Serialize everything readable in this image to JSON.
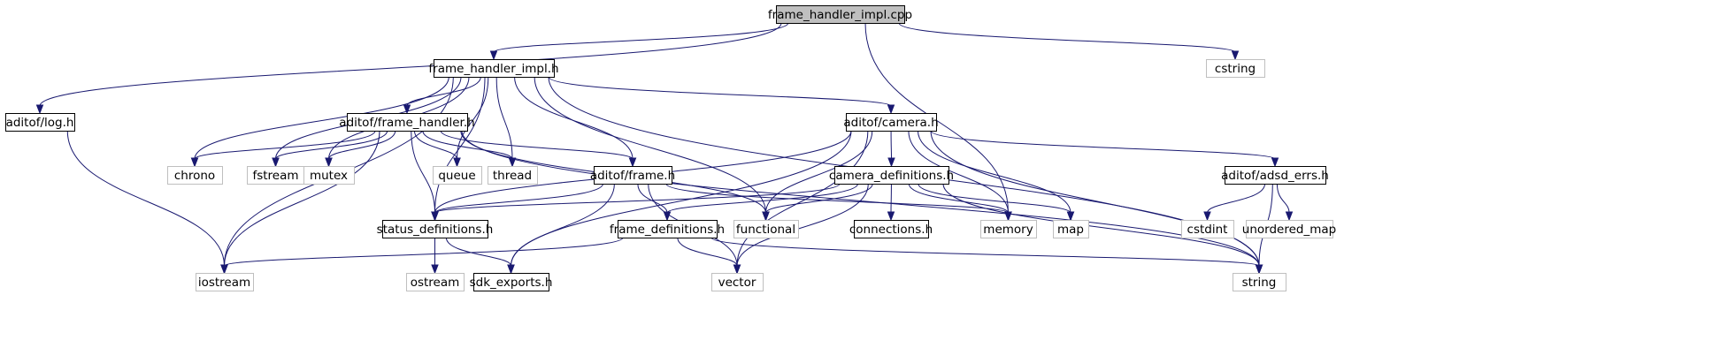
{
  "colors": {
    "edge": "#191970",
    "root_fill": "#bfbfbf",
    "documented_border": "#000000",
    "external_border": "#bfbfbf",
    "external_text": "#000000"
  },
  "nodes": [
    {
      "id": "frame_handler_impl_cpp",
      "label": "frame_handler_impl.cpp",
      "kind": "root"
    },
    {
      "id": "frame_handler_impl_h",
      "label": "frame_handler_impl.h",
      "kind": "documented"
    },
    {
      "id": "cstring",
      "label": "cstring",
      "kind": "external"
    },
    {
      "id": "log_h",
      "label": "aditof/log.h",
      "kind": "documented"
    },
    {
      "id": "aditof_frame_handler_h",
      "label": "aditof/frame_handler.h",
      "kind": "documented"
    },
    {
      "id": "aditof_camera_h",
      "label": "aditof/camera.h",
      "kind": "documented"
    },
    {
      "id": "chrono",
      "label": "chrono",
      "kind": "external"
    },
    {
      "id": "fstream",
      "label": "fstream",
      "kind": "external"
    },
    {
      "id": "mutex",
      "label": "mutex",
      "kind": "external"
    },
    {
      "id": "queue",
      "label": "queue",
      "kind": "external"
    },
    {
      "id": "thread",
      "label": "thread",
      "kind": "external"
    },
    {
      "id": "aditof_frame_h",
      "label": "aditof/frame.h",
      "kind": "documented"
    },
    {
      "id": "camera_definitions_h",
      "label": "camera_definitions.h",
      "kind": "documented"
    },
    {
      "id": "adsd_errs_h",
      "label": "aditof/adsd_errs.h",
      "kind": "documented"
    },
    {
      "id": "status_definitions_h",
      "label": "status_definitions.h",
      "kind": "documented"
    },
    {
      "id": "functional",
      "label": "functional",
      "kind": "external"
    },
    {
      "id": "frame_definitions_h",
      "label": "frame_definitions.h",
      "kind": "documented"
    },
    {
      "id": "connections_h",
      "label": "connections.h",
      "kind": "documented"
    },
    {
      "id": "memory",
      "label": "memory",
      "kind": "external"
    },
    {
      "id": "map",
      "label": "map",
      "kind": "external"
    },
    {
      "id": "cstdint",
      "label": "cstdint",
      "kind": "external"
    },
    {
      "id": "unordered_map",
      "label": "unordered_map",
      "kind": "external"
    },
    {
      "id": "iostream",
      "label": "iostream",
      "kind": "external"
    },
    {
      "id": "ostream",
      "label": "ostream",
      "kind": "external"
    },
    {
      "id": "sdk_exports_h",
      "label": "sdk_exports.h",
      "kind": "documented"
    },
    {
      "id": "vector",
      "label": "vector",
      "kind": "external"
    },
    {
      "id": "string",
      "label": "string",
      "kind": "external"
    }
  ],
  "edges": [
    [
      "frame_handler_impl_cpp",
      "log_h"
    ],
    [
      "frame_handler_impl_cpp",
      "frame_handler_impl_h"
    ],
    [
      "frame_handler_impl_cpp",
      "memory"
    ],
    [
      "frame_handler_impl_cpp",
      "cstring"
    ],
    [
      "frame_handler_impl_h",
      "aditof_frame_handler_h"
    ],
    [
      "frame_handler_impl_h",
      "aditof_camera_h"
    ],
    [
      "frame_handler_impl_h",
      "aditof_frame_h"
    ],
    [
      "frame_handler_impl_h",
      "chrono"
    ],
    [
      "frame_handler_impl_h",
      "fstream"
    ],
    [
      "frame_handler_impl_h",
      "mutex"
    ],
    [
      "frame_handler_impl_h",
      "queue"
    ],
    [
      "frame_handler_impl_h",
      "thread"
    ],
    [
      "frame_handler_impl_h",
      "functional"
    ],
    [
      "frame_handler_impl_h",
      "status_definitions_h"
    ],
    [
      "frame_handler_impl_h",
      "iostream"
    ],
    [
      "frame_handler_impl_h",
      "string"
    ],
    [
      "log_h",
      "iostream"
    ],
    [
      "aditof_frame_handler_h",
      "chrono"
    ],
    [
      "aditof_frame_handler_h",
      "fstream"
    ],
    [
      "aditof_frame_handler_h",
      "mutex"
    ],
    [
      "aditof_frame_handler_h",
      "queue"
    ],
    [
      "aditof_frame_handler_h",
      "thread"
    ],
    [
      "aditof_frame_handler_h",
      "aditof_frame_h"
    ],
    [
      "aditof_frame_handler_h",
      "status_definitions_h"
    ],
    [
      "aditof_frame_handler_h",
      "functional"
    ],
    [
      "aditof_frame_handler_h",
      "iostream"
    ],
    [
      "aditof_frame_handler_h",
      "string"
    ],
    [
      "aditof_camera_h",
      "camera_definitions_h"
    ],
    [
      "aditof_camera_h",
      "adsd_errs_h"
    ],
    [
      "aditof_camera_h",
      "status_definitions_h"
    ],
    [
      "aditof_camera_h",
      "sdk_exports_h"
    ],
    [
      "aditof_camera_h",
      "functional"
    ],
    [
      "aditof_camera_h",
      "memory"
    ],
    [
      "aditof_camera_h",
      "map"
    ],
    [
      "aditof_camera_h",
      "vector"
    ],
    [
      "aditof_camera_h",
      "string"
    ],
    [
      "aditof_frame_h",
      "frame_definitions_h"
    ],
    [
      "aditof_frame_h",
      "status_definitions_h"
    ],
    [
      "aditof_frame_h",
      "sdk_exports_h"
    ],
    [
      "aditof_frame_h",
      "memory"
    ],
    [
      "aditof_frame_h",
      "vector"
    ],
    [
      "camera_definitions_h",
      "frame_definitions_h"
    ],
    [
      "camera_definitions_h",
      "connections_h"
    ],
    [
      "camera_definitions_h",
      "status_definitions_h"
    ],
    [
      "camera_definitions_h",
      "functional"
    ],
    [
      "camera_definitions_h",
      "memory"
    ],
    [
      "camera_definitions_h",
      "map"
    ],
    [
      "camera_definitions_h",
      "vector"
    ],
    [
      "camera_definitions_h",
      "string"
    ],
    [
      "adsd_errs_h",
      "cstdint"
    ],
    [
      "adsd_errs_h",
      "unordered_map"
    ],
    [
      "adsd_errs_h",
      "string"
    ],
    [
      "status_definitions_h",
      "ostream"
    ],
    [
      "status_definitions_h",
      "sdk_exports_h"
    ],
    [
      "frame_definitions_h",
      "iostream"
    ],
    [
      "frame_definitions_h",
      "vector"
    ],
    [
      "frame_definitions_h",
      "string"
    ]
  ]
}
